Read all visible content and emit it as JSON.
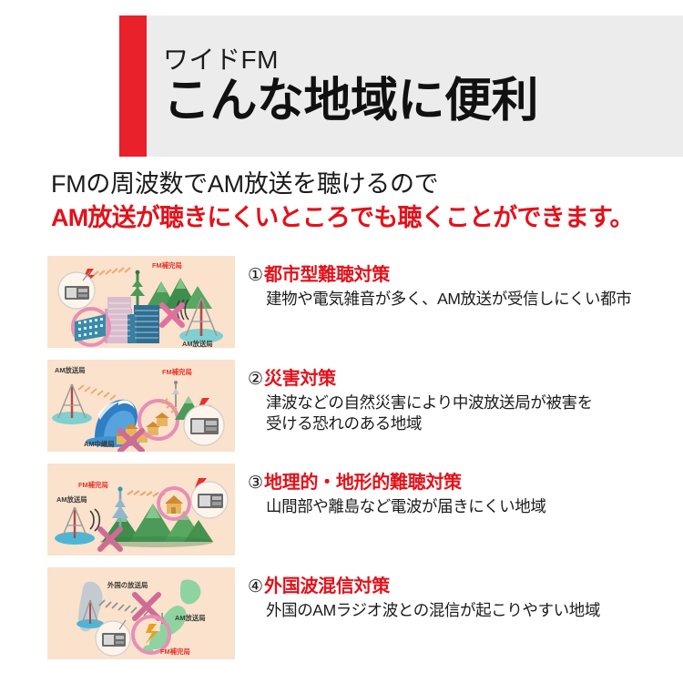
{
  "header": {
    "kicker": "ワイドFM",
    "title": "こんな地域に便利",
    "accent_color": "#e8212b",
    "band_color": "#ececec"
  },
  "lead": {
    "line1": "FMの周波数でAM放送を聴けるので",
    "line2": "AM放送が聴きにくいところでも聴くことができます。",
    "line2_color": "#e3111a"
  },
  "items": [
    {
      "number": "①",
      "title": "都市型難聴対策",
      "desc": [
        "建物や電気雑音が多く、AM放送が受信しにくい都市"
      ],
      "illustration": {
        "name": "urban-reception-illustration",
        "bg_color": "#fae2cd",
        "labels": [
          {
            "text": "FM補完局",
            "color": "#e2352b"
          },
          {
            "text": "AM放送局",
            "color": "#3a3a3a"
          }
        ],
        "elements": [
          "radio-receiver",
          "city-buildings",
          "fm-relay-tower",
          "am-broadcast-tower",
          "mountains",
          "pink-cross-mark",
          "pink-circle-highlight",
          "lightning-bolt",
          "radio-waves"
        ]
      }
    },
    {
      "number": "②",
      "title": "災害対策",
      "desc": [
        "津波などの自然災害により中波放送局が被害を",
        "受ける恐れのある地域"
      ],
      "illustration": {
        "name": "disaster-countermeasure-illustration",
        "bg_color": "#fae2cd",
        "labels": [
          {
            "text": "AM放送局",
            "color": "#3a3a3a"
          },
          {
            "text": "FM補完局",
            "color": "#e2352b"
          },
          {
            "text": "AM中継局",
            "color": "#3a3a3a"
          }
        ],
        "elements": [
          "am-broadcast-tower",
          "tsunami-wave",
          "houses",
          "fm-relay-tower",
          "mountain",
          "radio-receiver",
          "pink-cross-mark",
          "pink-circle-highlight",
          "lightning-bolt"
        ]
      }
    },
    {
      "number": "③",
      "title": "地理的・地形的難聴対策",
      "desc": [
        "山間部や離島など電波が届きにくい地域"
      ],
      "illustration": {
        "name": "terrain-reception-illustration",
        "bg_color": "#fae2cd",
        "labels": [
          {
            "text": "FM補完局",
            "color": "#e2352b"
          },
          {
            "text": "AM放送局",
            "color": "#3a3a3a"
          }
        ],
        "elements": [
          "am-broadcast-tower",
          "fm-relay-tower",
          "mountains",
          "house",
          "radio-receiver",
          "pink-cross-mark",
          "pink-circle-highlight",
          "lightning-bolt",
          "radio-waves"
        ]
      }
    },
    {
      "number": "④",
      "title": "外国波混信対策",
      "desc": [
        "外国のAMラジオ波との混信が起こりやすい地域"
      ],
      "illustration": {
        "name": "foreign-interference-illustration",
        "bg_color": "#fae2cd",
        "labels": [
          {
            "text": "外国の放送局",
            "color": "#3a3a3a"
          },
          {
            "text": "AM放送局",
            "color": "#3a3a3a"
          },
          {
            "text": "FM補完局",
            "color": "#e2352b"
          }
        ],
        "elements": [
          "korean-peninsula-map",
          "japan-map",
          "foreign-broadcast-tower",
          "radio-receiver",
          "pink-cross-mark",
          "pink-circle-highlight",
          "lightning-bolt",
          "radio-waves"
        ]
      }
    }
  ]
}
